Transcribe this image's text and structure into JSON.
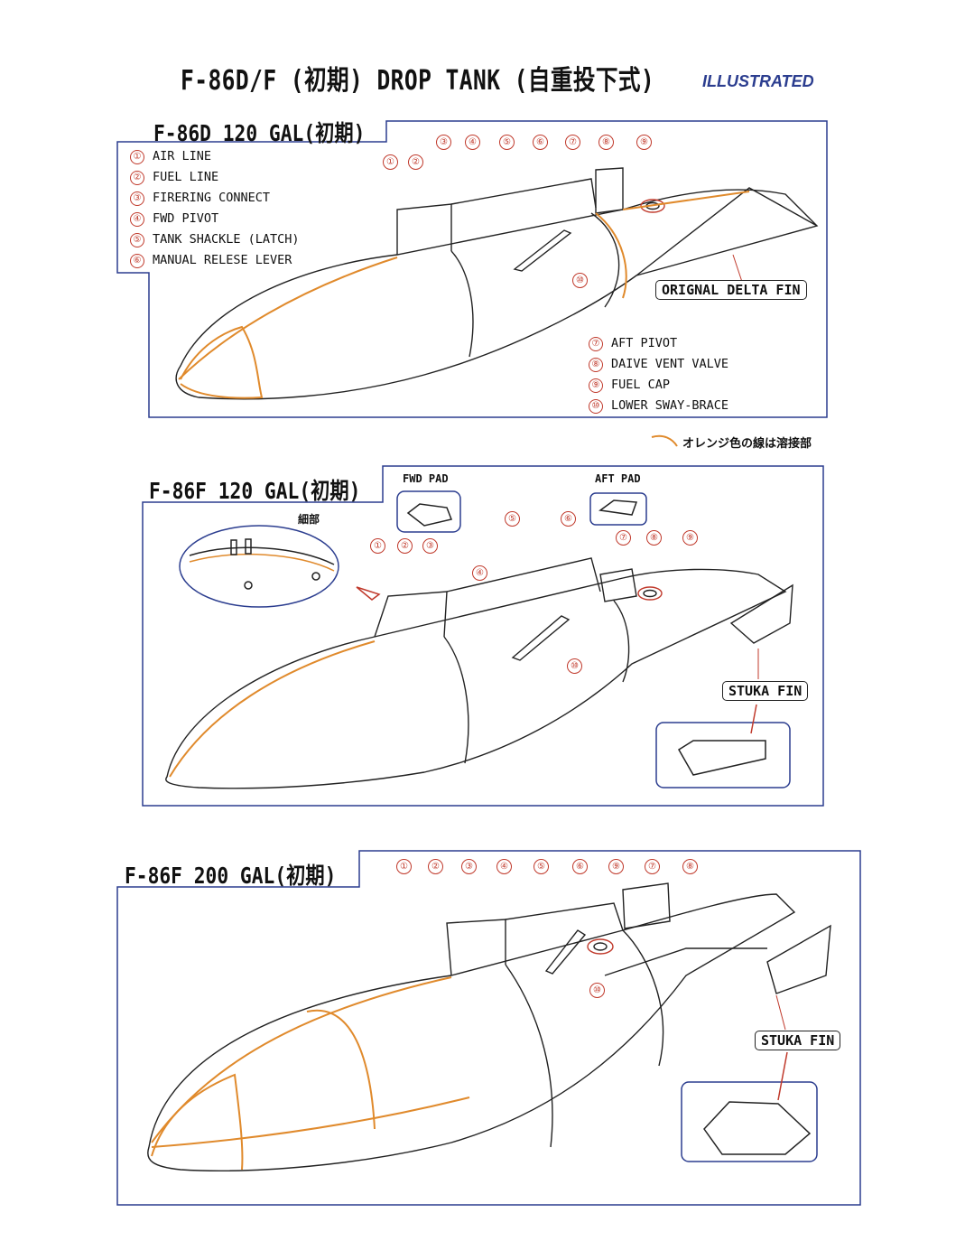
{
  "title": "F-86D/F (初期) DROP TANK (自重投下式)",
  "illustrated": "ILLUSTRATED",
  "sections": {
    "d120": {
      "title": "F-86D 120 GAL(初期)",
      "fin_label": "ORIGNAL DELTA FIN"
    },
    "f120": {
      "title": "F-86F 120 GAL(初期)",
      "fwd_pad": "FWD PAD",
      "aft_pad": "AFT PAD",
      "detail": "細部",
      "fin_label": "STUKA FIN"
    },
    "f200": {
      "title": "F-86F 200 GAL(初期)",
      "fin_label": "STUKA FIN"
    }
  },
  "legend_left": [
    {
      "num": "①",
      "label": "AIR LINE"
    },
    {
      "num": "②",
      "label": "FUEL LINE"
    },
    {
      "num": "③",
      "label": "FIRERING CONNECT"
    },
    {
      "num": "④",
      "label": "FWD PIVOT"
    },
    {
      "num": "⑤",
      "label": "TANK SHACKLE (LATCH)"
    },
    {
      "num": "⑥",
      "label": "MANUAL RELESE LEVER"
    }
  ],
  "legend_right": [
    {
      "num": "⑦",
      "label": "AFT PIVOT"
    },
    {
      "num": "⑧",
      "label": "DAIVE VENT VALVE"
    },
    {
      "num": "⑨",
      "label": "FUEL CAP"
    },
    {
      "num": "⑩",
      "label": "LOWER SWAY-BRACE"
    }
  ],
  "weld_note": "オレンジ色の線は溶接部",
  "callouts": {
    "d120": [
      "①",
      "②",
      "③",
      "④",
      "⑤",
      "⑥",
      "⑦",
      "⑧",
      "⑨",
      "⑩"
    ],
    "f120": [
      "①",
      "②",
      "③",
      "④",
      "⑤",
      "⑥",
      "⑦",
      "⑧",
      "⑨",
      "⑩"
    ],
    "f200": [
      "①",
      "②",
      "③",
      "④",
      "⑤",
      "⑥",
      "⑨",
      "⑦",
      "⑧",
      "⑩"
    ]
  },
  "colors": {
    "frame": "#2b3d8f",
    "weld": "#e08a2c",
    "callout": "#c0392b"
  }
}
